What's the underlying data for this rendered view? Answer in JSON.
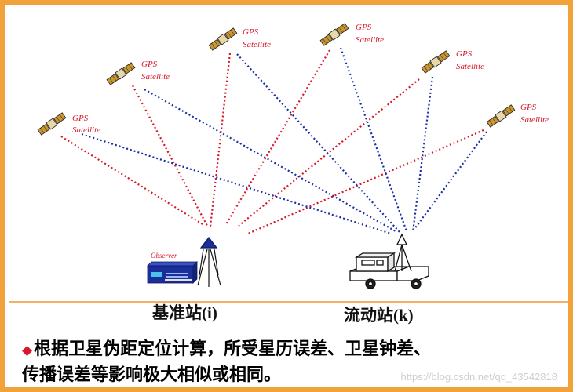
{
  "satellites": [
    {
      "id": "s1",
      "label_line1": "GPS",
      "label_line2": "Satellite"
    },
    {
      "id": "s2",
      "label_line1": "GPS",
      "label_line2": "Satellite"
    },
    {
      "id": "s3",
      "label_line1": "GPS",
      "label_line2": "Satellite"
    },
    {
      "id": "s4",
      "label_line1": "GPS",
      "label_line2": "Satellite"
    },
    {
      "id": "s5",
      "label_line1": "GPS",
      "label_line2": "Satellite"
    },
    {
      "id": "s6",
      "label_line1": "GPS",
      "label_line2": "Satellite"
    }
  ],
  "stations": {
    "base": {
      "label": "基准站(i)",
      "device_label": "Observer"
    },
    "rover": {
      "label": "流动站(k)"
    }
  },
  "caption": {
    "line1": "根据卫星伪距定位计算，所受星历误差、卫星钟差、",
    "line2": "传播误差等影响极大相似或相同。"
  },
  "watermark": "https://blog.csdn.net/qq_43542818",
  "colors": {
    "frame": "#f2a23a",
    "base_rays": "#d8182a",
    "rover_rays": "#1a2fa8",
    "label_red": "#d8182a",
    "device_blue": "#1b2f9a"
  }
}
